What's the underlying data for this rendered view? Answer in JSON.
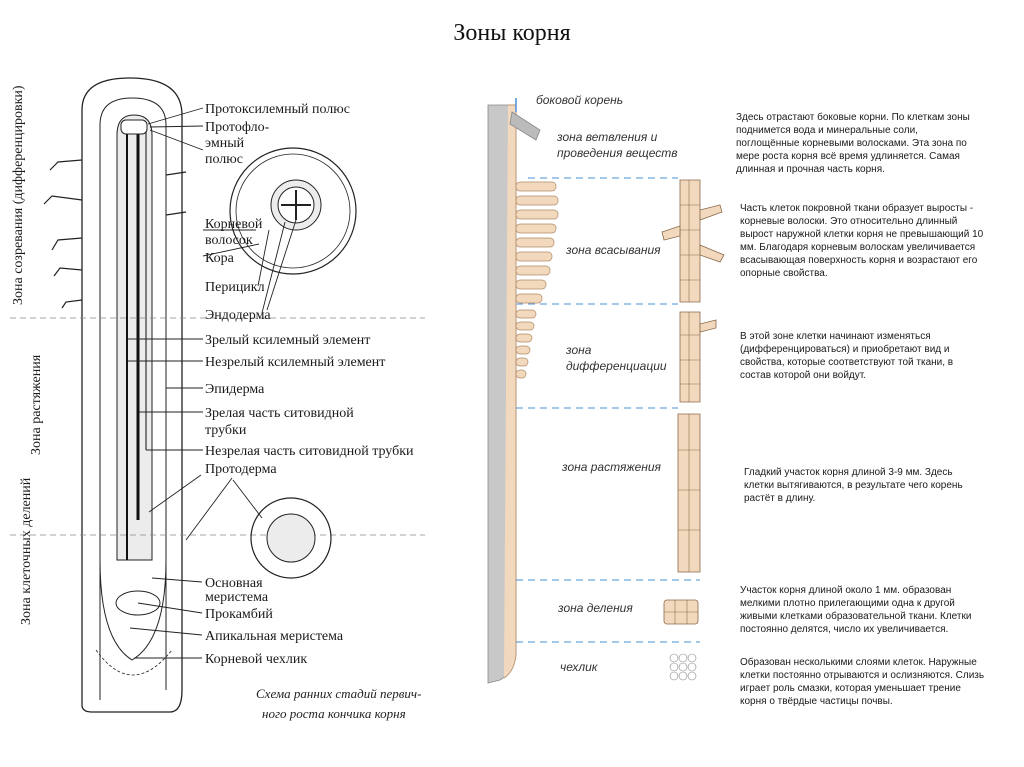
{
  "title": "Зоны корня",
  "left_diagram": {
    "side_zones": [
      "Зона созревания (дифференцировки)",
      "Зона растяжения",
      "Зона клеточных делений"
    ],
    "labels": [
      "Протоксилемный полюс",
      "Протофло-",
      "эмный",
      "полюс",
      "Корневой",
      "волосок",
      "Кора",
      "Перицикл",
      "Эндодерма",
      "Зрелый ксилемный элемент",
      "Незрелый ксилемный элемент",
      "Эпидерма",
      "Зрелая часть ситовидной",
      "трубки",
      "Незрелая часть ситовидной трубки",
      "Протодерма",
      "Основная",
      "меристема",
      "Прокамбий",
      "Апикальная меристема",
      "Корневой чехлик"
    ],
    "caption": [
      "Схема ранних стадий первич-",
      "ного роста кончика корня"
    ]
  },
  "right_diagram": {
    "zones": [
      "боковой корень",
      "зона ветвления и",
      "проведения веществ",
      "зона всасывания",
      "зона",
      "дифференциации",
      "зона растяжения",
      "зона деления",
      "чехлик"
    ],
    "descriptions": [
      "Здесь отрастают боковые корни. По клеткам зоны поднимется вода и минеральные соли, поглощённые корневыми волосками. Эта зона по мере роста корня всё время удлиняется. Самая длинная и прочная часть корня.",
      "Часть клеток покровной ткани образует выросты - корневые волоски. Это относительно длинный вырост наружной клетки корня не превышающий 10 мм. Благодаря корневым волоскам увеличивается всасывающая поверхность корня и возрастают его опорные свойства.",
      "В этой зоне клетки начинают изменяться (дифференцироваться) и приобретают вид и свойства, которые соответствуют той ткани, в состав которой они войдут.",
      "Гладкий участок корня длиной 3-9 мм. Здесь клетки вытягиваются, в результате чего корень растёт в длину.",
      "Участок корня длиной около 1 мм. образован мелкими плотно прилегающими одна к другой живыми клетками образовательной ткани. Клетки постоянно делятся, число их увеличивается.",
      "Образован несколькими слоями клеток. Наружные клетки постоянно отрываются и ослизняются. Слизь играет роль смазки, которая уменьшает трение корня о твёрдые частицы почвы."
    ]
  },
  "colors": {
    "root_fill": "#f2d9bd",
    "root_edge": "#b08a66",
    "dashed": "#4a90d9",
    "line": "#222222"
  }
}
